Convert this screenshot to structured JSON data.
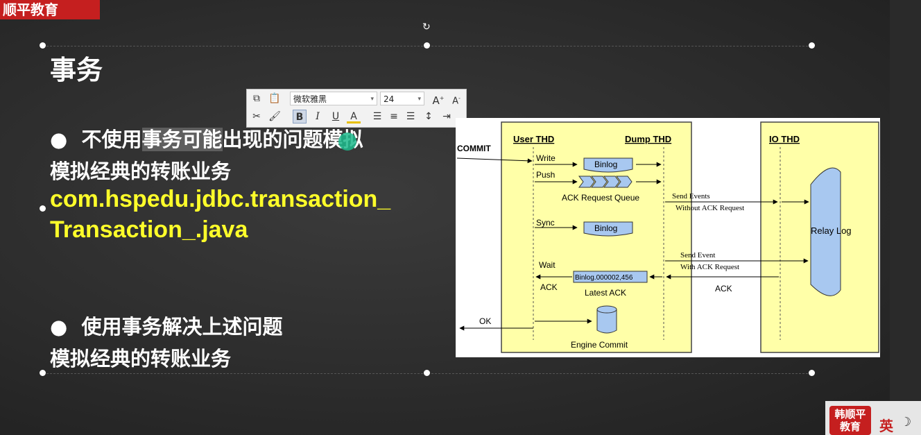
{
  "brand": {
    "name": "顺平教育"
  },
  "slide": {
    "title": "事务",
    "bullet1": {
      "pre": "不使用",
      "highlight": "事务可能",
      "post": "出现的问题模拟"
    },
    "line2": "模拟经典的转账业务",
    "line3": "com.hspedu.jdbc.transaction_",
    "line4": "Transaction_.java",
    "bullet2": "使用事务解决上述问题",
    "line5": "模拟经典的转账业务"
  },
  "toolbar": {
    "font": "微软雅黑",
    "size": "24",
    "bold": "B",
    "italic": "I",
    "underline": "U",
    "font_color": "A",
    "grow_font": "A",
    "shrink_font": "A"
  },
  "diagram": {
    "commit": "COMMIT",
    "user_thd": "User THD",
    "dump_thd": "Dump THD",
    "io_thd": "IO THD",
    "write": "Write",
    "push": "Push",
    "binlog1": "Binlog",
    "ack_queue": "ACK Request Queue",
    "send_events": "Send Events",
    "without_ack": "Without ACK Request",
    "sync": "Sync",
    "binlog2": "Binlog",
    "relay_log": "Relay Log",
    "send_event": "Send Event",
    "with_ack": "With ACK Request",
    "wait": "Wait",
    "ack_left": "ACK",
    "binlog_pos": "Binlog.000002,456",
    "latest_ack": "Latest ACK",
    "ack_right": "ACK",
    "ok": "OK",
    "engine_commit": "Engine Commit"
  },
  "taskbar": {
    "logo_line1": "韩顺平",
    "logo_line2": "教育",
    "ime": "英",
    "moon": "☽"
  },
  "colors": {
    "background": "#2f2f2f",
    "brand_red": "#c51f1f",
    "code_yellow": "#ffff2a",
    "diagram_yellow": "#ffffa8",
    "binlog_blue": "#a8c8f0"
  }
}
